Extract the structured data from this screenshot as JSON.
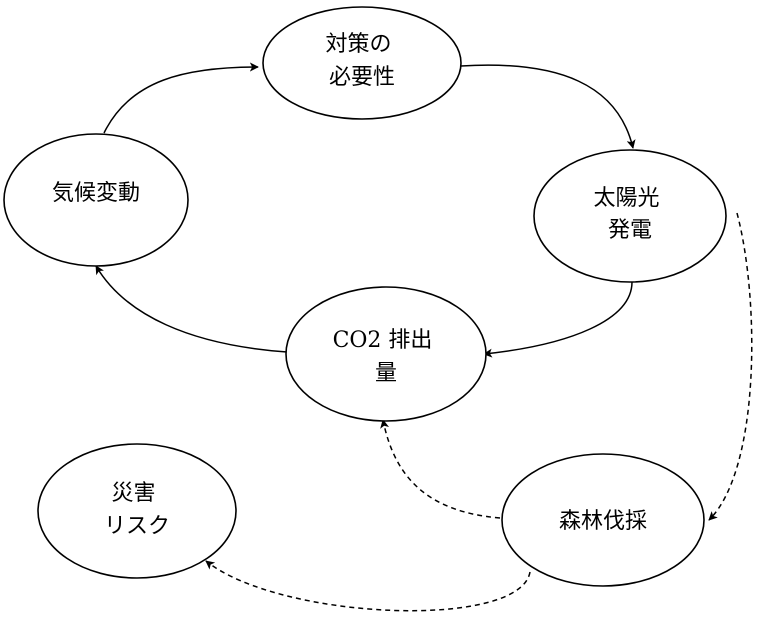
{
  "diagram": {
    "nodes": {
      "taisaku": {
        "lines": [
          "対策の",
          "必要性"
        ]
      },
      "kiko": {
        "lines": [
          "気候変動"
        ]
      },
      "taiyoko": {
        "lines": [
          "太陽光",
          "発電"
        ]
      },
      "co2": {
        "lines": [
          "CO2 排出",
          "量"
        ]
      },
      "saigai": {
        "lines": [
          "災害",
          "リスク"
        ]
      },
      "shinrin": {
        "lines": [
          "森林伐採"
        ]
      }
    },
    "edges": [
      {
        "from": "気候変動",
        "to": "対策の必要性",
        "style": "solid"
      },
      {
        "from": "対策の必要性",
        "to": "太陽光発電",
        "style": "solid"
      },
      {
        "from": "太陽光発電",
        "to": "CO2 排出量",
        "style": "solid"
      },
      {
        "from": "CO2 排出量",
        "to": "気候変動",
        "style": "solid"
      },
      {
        "from": "太陽光発電",
        "to": "森林伐採",
        "style": "dashed"
      },
      {
        "from": "森林伐採",
        "to": "CO2 排出量",
        "style": "dashed"
      },
      {
        "from": "森林伐採",
        "to": "災害リスク",
        "style": "dashed"
      }
    ]
  }
}
